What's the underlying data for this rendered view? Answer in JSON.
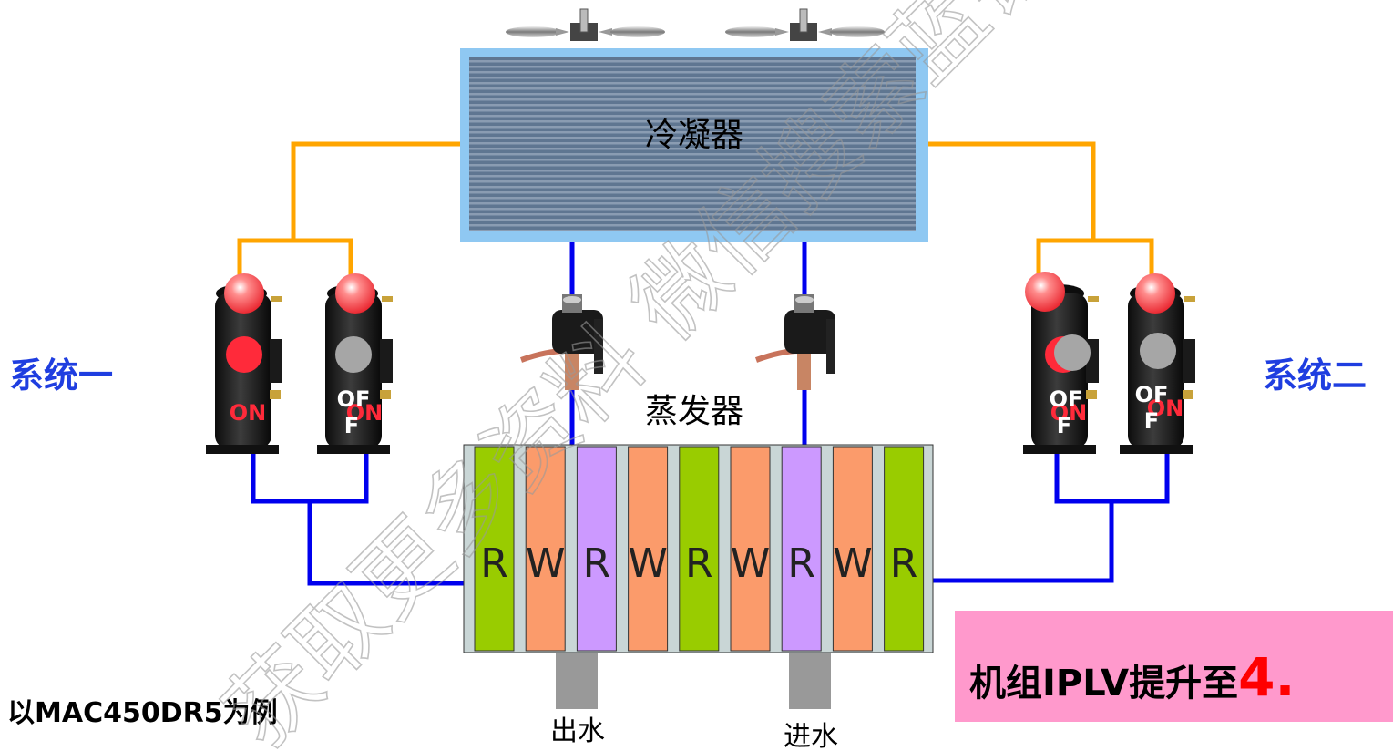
{
  "condenser": {
    "label": "冷凝器"
  },
  "evaporator": {
    "label": "蒸发器",
    "plates": [
      {
        "letter": "R",
        "color": "#99cc00"
      },
      {
        "letter": "W",
        "color": "#fb9b6b"
      },
      {
        "letter": "R",
        "color": "#cc99ff"
      },
      {
        "letter": "W",
        "color": "#fb9b6b"
      },
      {
        "letter": "R",
        "color": "#99cc00"
      },
      {
        "letter": "W",
        "color": "#fb9b6b"
      },
      {
        "letter": "R",
        "color": "#cc99ff"
      },
      {
        "letter": "W",
        "color": "#fb9b6b"
      },
      {
        "letter": "R",
        "color": "#99cc00"
      }
    ],
    "outlet_label": "出水",
    "inlet_label": "进水"
  },
  "system_one": {
    "label": "系统一",
    "compressor_a": {
      "status": "ON",
      "light": "#ff2a3a"
    },
    "compressor_b": {
      "status_primary": "OF",
      "status_secondary": "F",
      "status_behind": "ON",
      "light": "#a6a6a6"
    }
  },
  "system_two": {
    "label": "系统二",
    "compressor_a": {
      "status_primary": "OF",
      "status_secondary": "F",
      "status_behind": "ON",
      "light": "#a6a6a6"
    },
    "compressor_b": {
      "status_primary": "OF",
      "status_secondary": "F",
      "status_behind": "ON",
      "light": "#a6a6a6"
    }
  },
  "example_note": "以MAC450DR5为例",
  "iplv_box": {
    "text": "机组IPLV提升至",
    "value": "4."
  },
  "watermark": "获取更多资料 微信搜索蓝钢",
  "colors": {
    "pipe_orange": "#ffa500",
    "pipe_blue": "#0000ee",
    "system_label": "#1f3ee0",
    "condenser_border": "#8fc8f2",
    "iplv_bg": "#ff99cc",
    "iplv_value": "#ff0000"
  }
}
